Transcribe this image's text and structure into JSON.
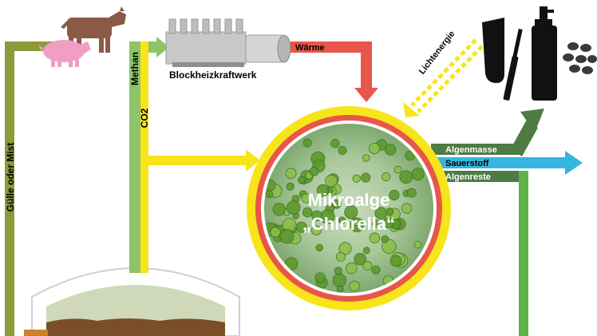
{
  "labels": {
    "manure": "Gülle oder Mist",
    "methane": "Methan",
    "co2": "CO2",
    "chp": "Blockheizkraftwerk",
    "heat": "Wärme",
    "light": "Lichtenergie",
    "alga_line1": "Mikroalge",
    "alga_line2": "„Chlorella“",
    "biomass": "Algenmasse",
    "oxygen": "Sauerstoff",
    "residue": "Algenreste"
  },
  "colors": {
    "olive": "#8c9a3a",
    "green_light": "#8dc46a",
    "yellow": "#f7e51a",
    "red": "#e8564a",
    "blue": "#35b6e0",
    "green_dark": "#4e7a44",
    "green_out": "#5fb24a",
    "cow": "#8a5a44",
    "pig": "#f19ec5",
    "digester_fill": "#cfd8b8",
    "digester_mud": "#7a4e26"
  },
  "icons": [
    "cow-icon",
    "pig-icon",
    "engine-icon",
    "cosmetics-icon",
    "coffee-beans-icon"
  ]
}
